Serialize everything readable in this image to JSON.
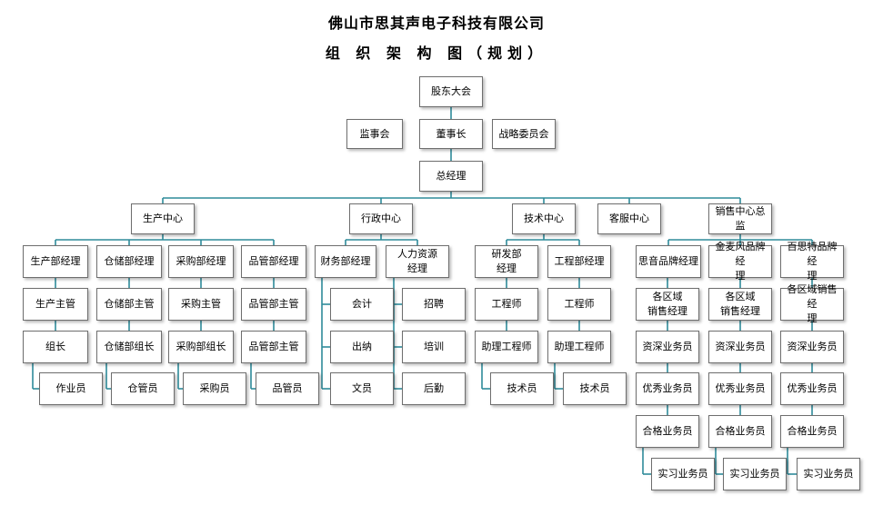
{
  "title": {
    "company": "佛山市思其声电子科技有限公司",
    "subtitle": "组 织 架 构 图（规划）"
  },
  "colors": {
    "line": "#2e8b9a",
    "border": "#6e6e6e"
  },
  "nodes": {
    "shareholders": "股东大会",
    "supervisors": "监事会",
    "chairman": "董事长",
    "strategy": "战略委员会",
    "gm": "总经理",
    "production": "生产中心",
    "admin": "行政中心",
    "tech": "技术中心",
    "service": "客服中心",
    "sales": "销售中心总监",
    "prod_mgr": "生产部经理",
    "wh_mgr": "仓储部经理",
    "pur_mgr": "采购部经理",
    "qa_mgr": "品管部经理",
    "prod_sup": "生产主管",
    "wh_sup": "仓储部主管",
    "pur_sup": "采购主管",
    "qa_sup": "品管部主管",
    "prod_lead": "组长",
    "wh_lead": "仓储部组长",
    "pur_lead": "采购部组长",
    "qa_sup2": "品管部主管",
    "worker": "作业员",
    "storekeeper": "仓管员",
    "buyer": "采购员",
    "inspector": "品管员",
    "fin_mgr": "财务部经理",
    "hr_mgr": "人力资源\n经理",
    "accountant": "会计",
    "cashier": "出纳",
    "clerk": "文员",
    "recruit": "招聘",
    "training": "培训",
    "logistics": "后勤",
    "rd_mgr": "研发部\n经理",
    "eng_mgr": "工程部经理",
    "engineer1": "工程师",
    "engineer2": "工程师",
    "asst_eng1": "助理工程师",
    "asst_eng2": "助理工程师",
    "technician1": "技术员",
    "technician2": "技术员",
    "brand1_mgr": "思音品牌经理",
    "brand2_mgr": "金麦风品牌经\n理",
    "brand3_mgr": "百思特品牌经\n理",
    "region1_mgr": "各区域\n销售经理",
    "region2_mgr": "各区域\n销售经理",
    "region3_mgr": "各区域销售经\n理",
    "senior1": "资深业务员",
    "senior2": "资深业务员",
    "senior3": "资深业务员",
    "excellent1": "优秀业务员",
    "excellent2": "优秀业务员",
    "excellent3": "优秀业务员",
    "qualified1": "合格业务员",
    "qualified2": "合格业务员",
    "qualified3": "合格业务员",
    "intern1": "实习业务员",
    "intern2": "实习业务员",
    "intern3": "实习业务员"
  }
}
